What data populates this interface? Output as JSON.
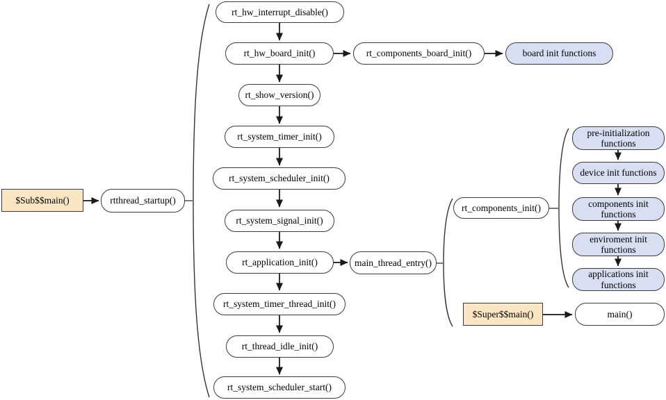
{
  "diagram": {
    "title": "rtthread startup sequence flowchart",
    "colors": {
      "node_fill": "#ffffff",
      "highlight_fill": "#fbe6c3",
      "group_fill": "#d9dff2",
      "line": "#333333",
      "border": "#3a3a3a"
    },
    "nodes": {
      "sub_main": {
        "label": "$Sub$$main()"
      },
      "rtthread_startup": {
        "label": "rtthread_startup()"
      },
      "hw_interrupt": {
        "label": "rt_hw_interrupt_disable()"
      },
      "hw_board": {
        "label": "rt_hw_board_init()"
      },
      "components_board": {
        "label": "rt_components_board_init()"
      },
      "board_funcs": {
        "label": "board init functions"
      },
      "show_version": {
        "label": "rt_show_version()"
      },
      "timer_init": {
        "label": "rt_system_timer_init()"
      },
      "scheduler_init": {
        "label": "rt_system_scheduler_init()"
      },
      "signal_init": {
        "label": "rt_system_signal_init()"
      },
      "application_init": {
        "label": "rt_application_init()"
      },
      "main_thread_entry": {
        "label": "main_thread_entry()"
      },
      "timer_thread_init": {
        "label": "rt_system_timer_thread_init()"
      },
      "idle_init": {
        "label": "rt_thread_idle_init()"
      },
      "scheduler_start": {
        "label": "rt_system_scheduler_start()"
      },
      "components_init": {
        "label": "rt_components_init()"
      },
      "pre_init": {
        "label": "pre-initialization functions"
      },
      "device_init": {
        "label": "device init functions"
      },
      "components_funcs": {
        "label": "components init functions"
      },
      "env_init": {
        "label": "enviroment init functions"
      },
      "app_init": {
        "label": "applications init functions"
      },
      "super_main": {
        "label": "$Super$$main()"
      },
      "main_fn": {
        "label": "main()"
      }
    },
    "edges": [
      {
        "from": "sub_main",
        "to": "rtthread_startup",
        "type": "arrow"
      },
      {
        "from": "rtthread_startup",
        "to": "startup-sequence-group",
        "type": "brace"
      },
      {
        "from": "hw_interrupt",
        "to": "hw_board",
        "type": "arrow"
      },
      {
        "from": "hw_board",
        "to": "components_board",
        "type": "arrow"
      },
      {
        "from": "components_board",
        "to": "board_funcs",
        "type": "arrow"
      },
      {
        "from": "hw_board",
        "to": "show_version",
        "type": "arrow"
      },
      {
        "from": "show_version",
        "to": "timer_init",
        "type": "arrow"
      },
      {
        "from": "timer_init",
        "to": "scheduler_init",
        "type": "arrow"
      },
      {
        "from": "scheduler_init",
        "to": "signal_init",
        "type": "arrow"
      },
      {
        "from": "signal_init",
        "to": "application_init",
        "type": "arrow"
      },
      {
        "from": "application_init",
        "to": "main_thread_entry",
        "type": "arrow"
      },
      {
        "from": "application_init",
        "to": "timer_thread_init",
        "type": "arrow"
      },
      {
        "from": "timer_thread_init",
        "to": "idle_init",
        "type": "arrow"
      },
      {
        "from": "idle_init",
        "to": "scheduler_start",
        "type": "arrow"
      },
      {
        "from": "main_thread_entry",
        "to": "main-thread-group",
        "type": "brace"
      },
      {
        "from": "components_init",
        "to": "init-functions-group",
        "type": "brace"
      },
      {
        "from": "pre_init",
        "to": "device_init",
        "type": "arrow"
      },
      {
        "from": "device_init",
        "to": "components_funcs",
        "type": "arrow"
      },
      {
        "from": "components_funcs",
        "to": "env_init",
        "type": "arrow"
      },
      {
        "from": "env_init",
        "to": "app_init",
        "type": "arrow"
      },
      {
        "from": "super_main",
        "to": "main_fn",
        "type": "arrow"
      }
    ]
  }
}
